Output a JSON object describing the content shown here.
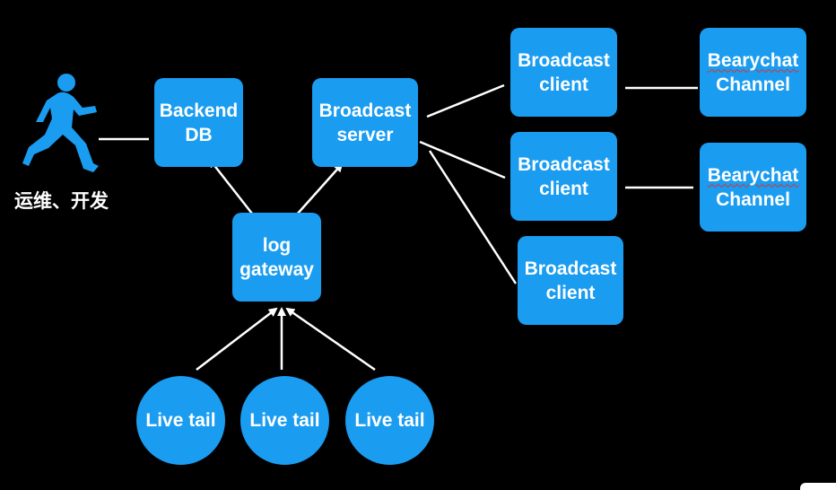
{
  "person": {
    "label": "运维、开发",
    "icon": "running-person-icon",
    "color": "#1a9cf0"
  },
  "nodes": {
    "backend_db": {
      "line1": "Backend",
      "line2": "DB"
    },
    "broadcast_server": {
      "line1": "Broadcast",
      "line2": "server"
    },
    "log_gateway": {
      "line1": "log",
      "line2": "gateway"
    },
    "broadcast_client_1": {
      "line1": "Broadcast",
      "line2": "client"
    },
    "broadcast_client_2": {
      "line1": "Broadcast",
      "line2": "client"
    },
    "broadcast_client_3": {
      "line1": "Broadcast",
      "line2": "client"
    },
    "bearychat_1": {
      "line1": "Bearychat",
      "line2": "Channel"
    },
    "bearychat_2": {
      "line1": "Bearychat",
      "line2": "Channel"
    },
    "live_tail_1": {
      "label": "Live tail"
    },
    "live_tail_2": {
      "label": "Live tail"
    },
    "live_tail_3": {
      "label": "Live tail"
    }
  },
  "colors": {
    "node_fill": "#1a9cf0",
    "background": "#000000",
    "connector": "#ffffff",
    "spellcheck_underline": "#e0322b"
  }
}
